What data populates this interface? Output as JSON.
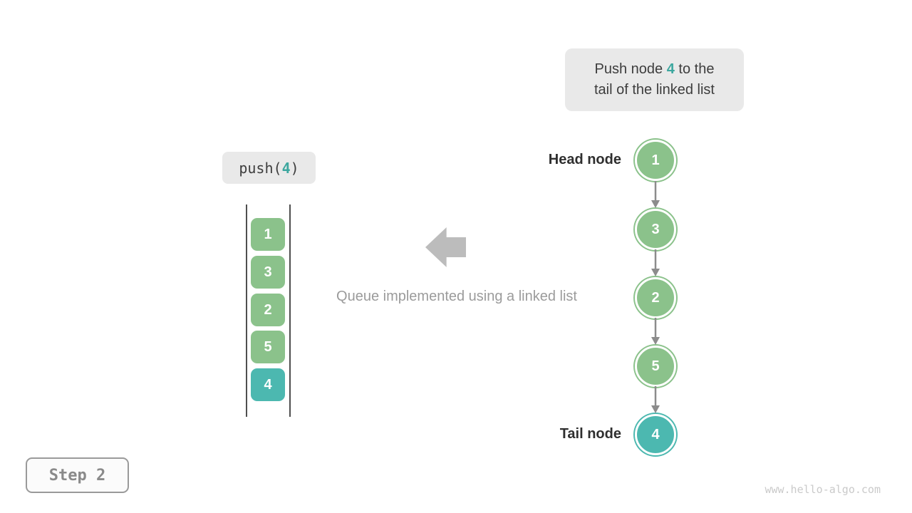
{
  "colors": {
    "green": "#8bc28b",
    "teal": "#4cb8b0",
    "teal_text": "#3da79f",
    "box_bg": "#e9e9e9",
    "link_gray": "#8c8c8c",
    "big_arrow_gray": "#bcbcbc",
    "caption_gray": "#9b9b9b",
    "dark_text": "#3d3d3d",
    "label_text": "#2f2f2f",
    "step_text": "#8a8a8a",
    "watermark_gray": "#cacaca",
    "rail_gray": "#4f4f4f"
  },
  "callout": {
    "line1_pre": "Push node ",
    "highlight": "4",
    "line1_post": " to the",
    "line2": "tail of the linked list"
  },
  "operation": {
    "pre": "push(",
    "arg": "4",
    "post": ")"
  },
  "queue": {
    "items": [
      {
        "value": "1",
        "color": "green"
      },
      {
        "value": "3",
        "color": "green"
      },
      {
        "value": "2",
        "color": "green"
      },
      {
        "value": "5",
        "color": "green"
      },
      {
        "value": "4",
        "color": "teal"
      }
    ]
  },
  "caption": "Queue implemented using a linked list",
  "linked_list": {
    "head_label": "Head node",
    "tail_label": "Tail node",
    "nodes": [
      {
        "value": "1",
        "color": "green"
      },
      {
        "value": "3",
        "color": "green"
      },
      {
        "value": "2",
        "color": "green"
      },
      {
        "value": "5",
        "color": "green"
      },
      {
        "value": "4",
        "color": "teal"
      }
    ]
  },
  "step_label": "Step 2",
  "watermark": "www.hello-algo.com"
}
